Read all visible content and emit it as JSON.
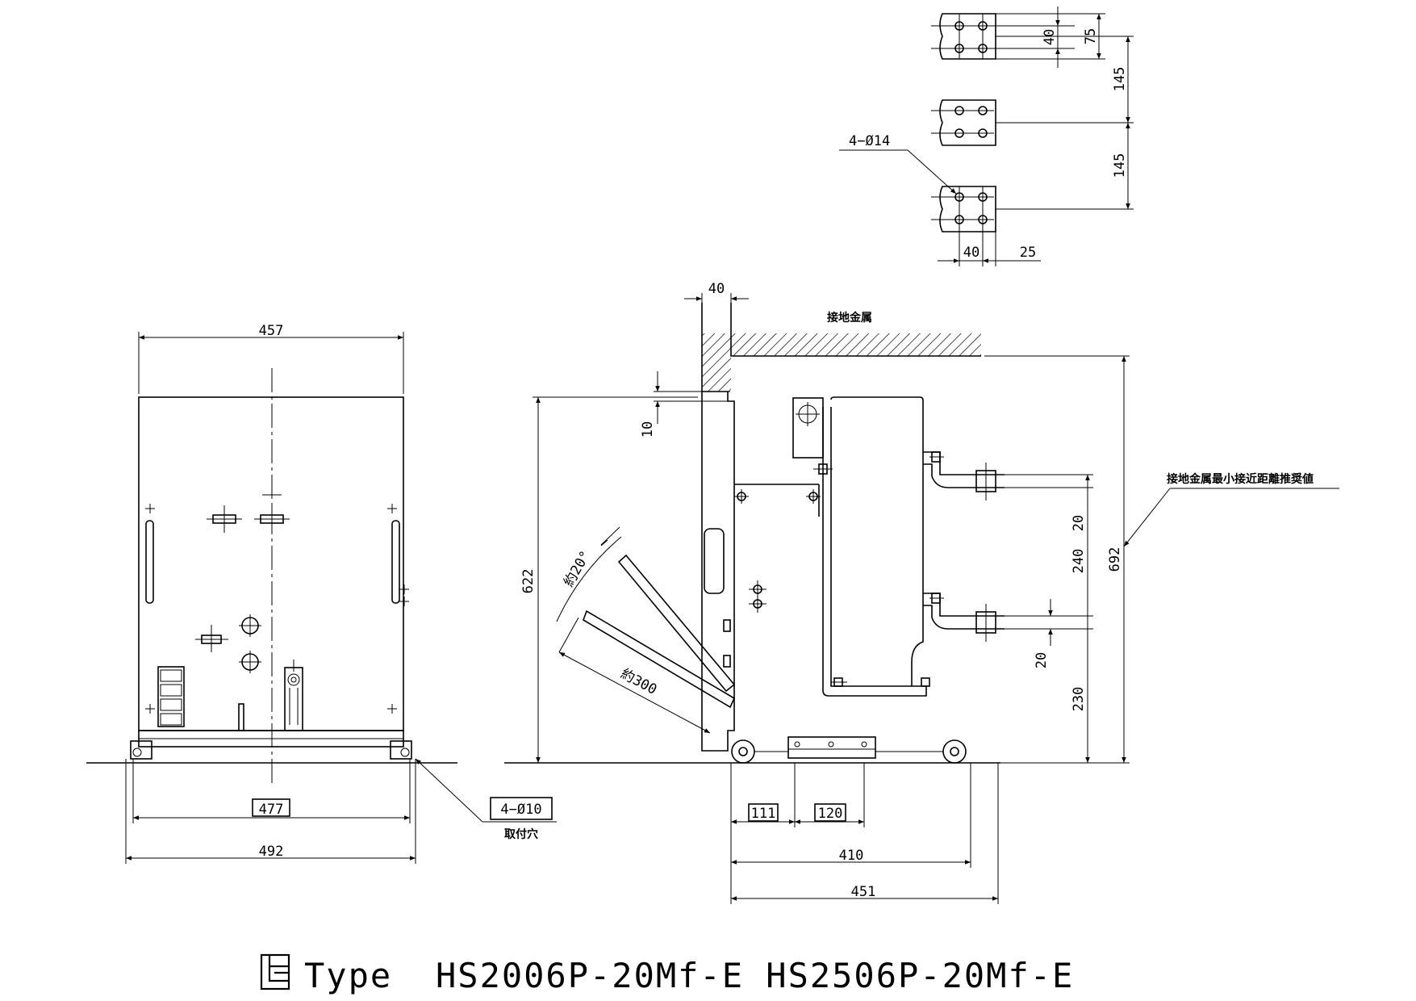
{
  "title": {
    "prefix": "Type",
    "models": "HS2006P-20Mf-E HS2506P-20Mf-E"
  },
  "front_view": {
    "width_top": "457",
    "hole_span_boxed": "477",
    "base_width": "492",
    "mount_hole_label": "4−Ø10",
    "mount_hole_note": "取付穴"
  },
  "side_view": {
    "ground_metal_label": "接地金属",
    "min_distance_label": "接地金属最小接近距離推奨値",
    "gap_top": "40",
    "offset_10": "10",
    "height_622": "622",
    "height_692": "692",
    "door_angle": "約20°",
    "door_radius": "約300",
    "terminal_20a": "20",
    "terminal_240": "240",
    "terminal_20b": "20",
    "terminal_230": "230",
    "wheel_111": "111",
    "wheel_120": "120",
    "depth_410": "410",
    "depth_451": "451"
  },
  "terminal_detail": {
    "hole_label": "4−Ø14",
    "pitch_40v": "40",
    "width_75": "75",
    "spacing_145a": "145",
    "spacing_145b": "145",
    "pitch_40h": "40",
    "edge_25": "25"
  }
}
